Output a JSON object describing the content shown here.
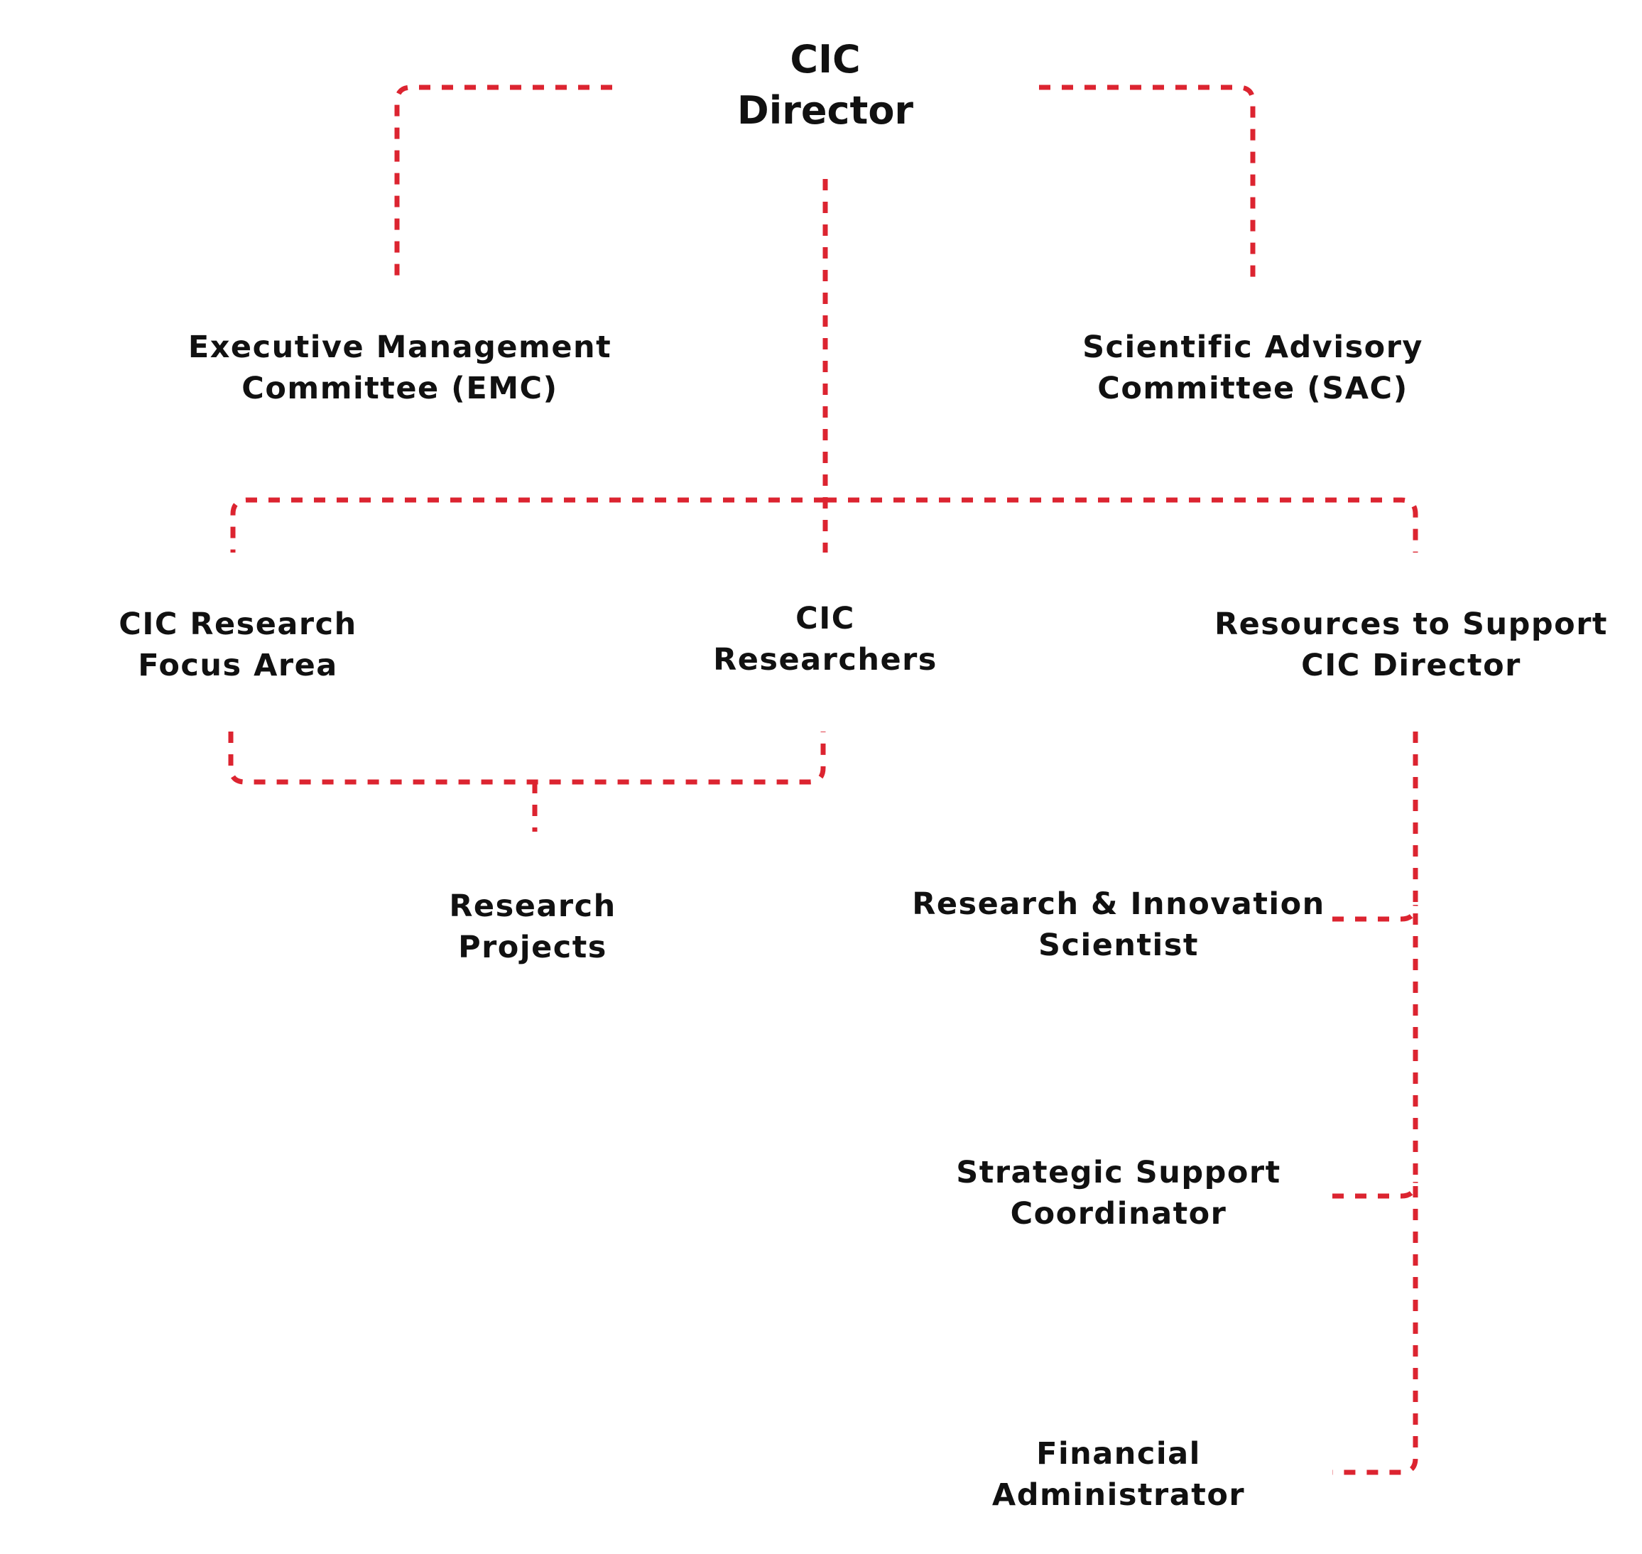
{
  "title": "CIC Organizational Structure",
  "colors": {
    "connector": "#DC2430",
    "text": "#111111",
    "background": "#ffffff"
  },
  "nodes": {
    "director": {
      "lines": [
        "CIC",
        "Director"
      ]
    },
    "emc": {
      "lines": [
        "Executive Management",
        "Committee (EMC)"
      ]
    },
    "sac": {
      "lines": [
        "Scientific Advisory",
        "Committee (SAC)"
      ]
    },
    "research_focus": {
      "lines": [
        "CIC Research",
        "Focus Area"
      ]
    },
    "researchers": {
      "lines": [
        "CIC",
        "Researchers"
      ]
    },
    "resources": {
      "lines": [
        "Resources to Support",
        "CIC Director"
      ]
    },
    "projects": {
      "lines": [
        "Research",
        "Projects"
      ]
    },
    "scientist": {
      "lines": [
        "Research & Innovation",
        "Scientist"
      ]
    },
    "coordinator": {
      "lines": [
        "Strategic Support",
        "Coordinator"
      ]
    },
    "financial": {
      "lines": [
        "Financial",
        "Administrator"
      ]
    }
  },
  "connections": [
    {
      "from": "director",
      "to": "emc",
      "style": "dotted"
    },
    {
      "from": "director",
      "to": "sac",
      "style": "dotted"
    },
    {
      "from": "director",
      "to": "research_focus",
      "style": "dotted"
    },
    {
      "from": "director",
      "to": "researchers",
      "style": "dotted"
    },
    {
      "from": "director",
      "to": "resources",
      "style": "dotted"
    },
    {
      "from": "research_focus",
      "to": "projects",
      "style": "dotted"
    },
    {
      "from": "researchers",
      "to": "projects",
      "style": "dotted"
    },
    {
      "from": "resources",
      "to": "scientist",
      "style": "dotted"
    },
    {
      "from": "resources",
      "to": "coordinator",
      "style": "dotted"
    },
    {
      "from": "resources",
      "to": "financial",
      "style": "dotted"
    }
  ]
}
